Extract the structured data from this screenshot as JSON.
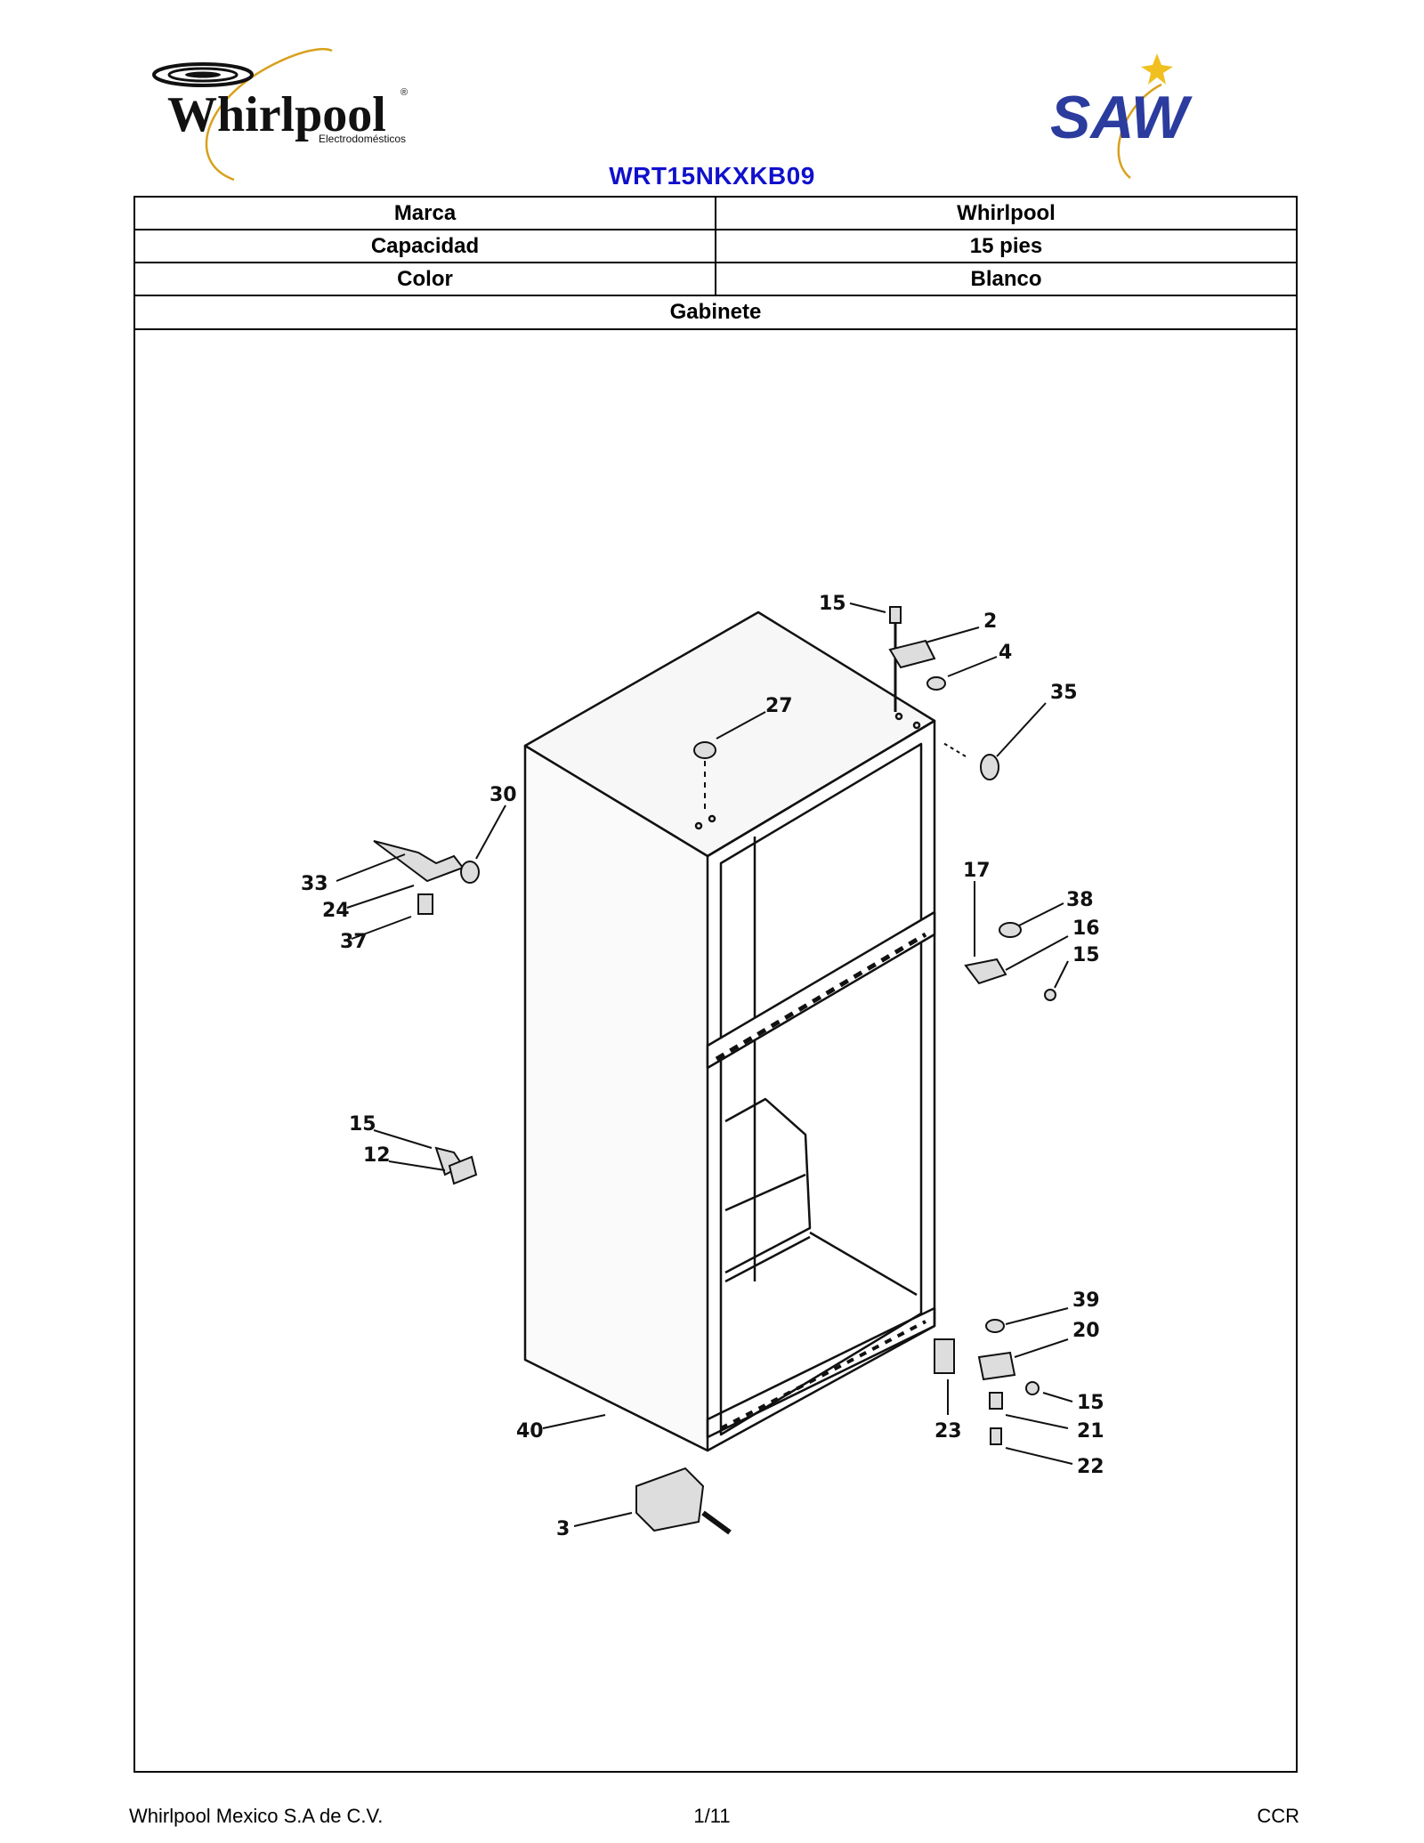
{
  "header": {
    "brand_logo_text": "Whirlpool",
    "brand_logo_subtext": "Electrodomésticos",
    "partner_logo_text": "SAW",
    "model": "WRT15NKXKB09"
  },
  "specs": [
    {
      "key": "Marca",
      "value": "Whirlpool"
    },
    {
      "key": "Capacidad",
      "value": "15 pies"
    },
    {
      "key": "Color",
      "value": "Blanco"
    }
  ],
  "section_title": "Gabinete",
  "diagram": {
    "part_labels": [
      "15",
      "2",
      "4",
      "35",
      "27",
      "30",
      "33",
      "24",
      "37",
      "17",
      "38",
      "16",
      "15",
      "15",
      "12",
      "39",
      "20",
      "23",
      "15",
      "21",
      "22",
      "40",
      "3"
    ]
  },
  "footer": {
    "company": "Whirlpool Mexico S.A de C.V.",
    "page": "1/11",
    "code": "CCR"
  },
  "colors": {
    "title_blue": "#1010cc",
    "saw_blue": "#2b3c9e",
    "gold": "#d7a11c"
  }
}
